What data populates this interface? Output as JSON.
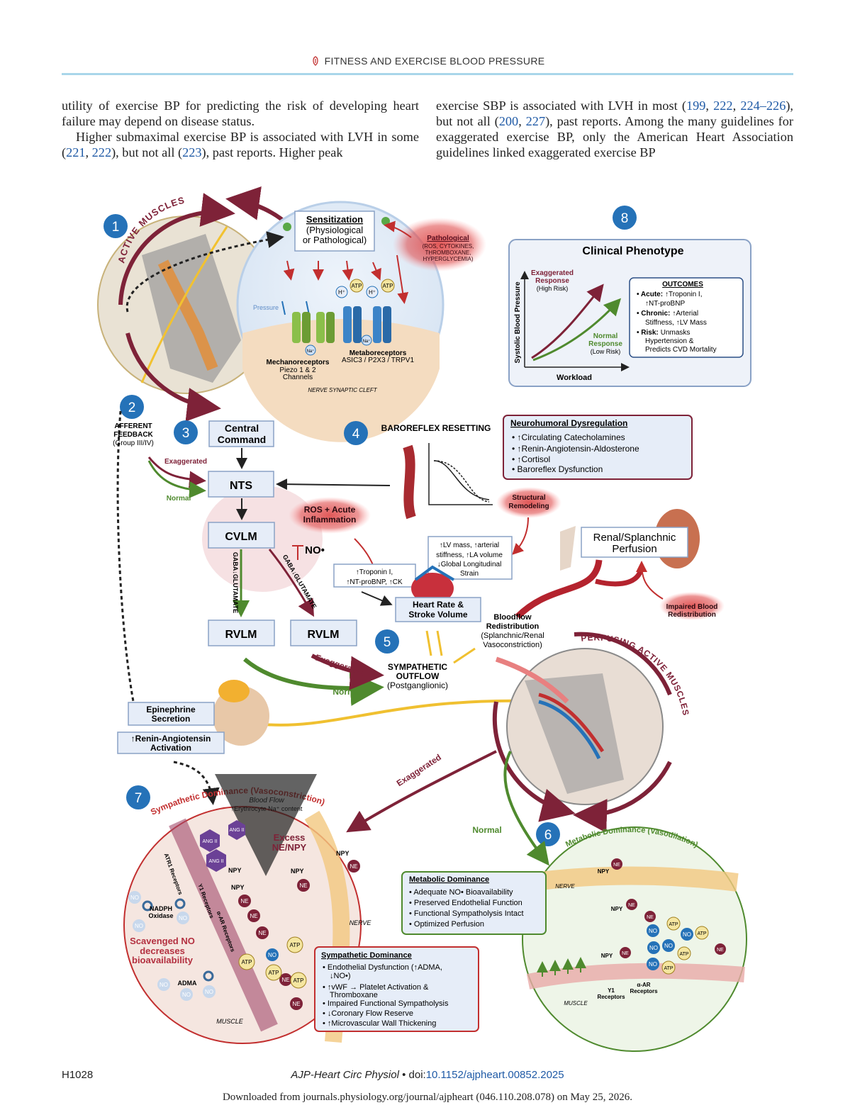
{
  "header": {
    "title": "FITNESS AND EXERCISE BLOOD PRESSURE"
  },
  "text": {
    "left_p1": "utility of exercise BP for predicting the risk of developing heart failure may depend on disease status.",
    "left_p2_a": "Higher submaximal exercise BP is associated with LVH in some (",
    "ref_221": "221",
    "ref_222": "222",
    "left_p2_b": "), but not all (",
    "ref_223": "223",
    "left_p2_c": "), past reports. Higher peak",
    "right_a": "exercise SBP is associated with LVH in most (",
    "ref_199": "199",
    "ref_222b": "222",
    "ref_224": "224–226",
    "right_b": "), but not all (",
    "ref_200": "200",
    "ref_227": "227",
    "right_c": "), past reports. Among the many guidelines for exaggerated exercise BP, only the American Heart Association guidelines linked exaggerated exercise BP"
  },
  "figure": {
    "badges": [
      "1",
      "2",
      "3",
      "4",
      "5",
      "6",
      "7",
      "8"
    ],
    "active_muscles": "ACTIVE MUSCLES",
    "perfusing_active_muscles": "PERFUSING ACTIVE MUSCLES",
    "sensitization_title": "Sensitization",
    "sensitization_sub1": "(Physiological",
    "sensitization_sub2": "or Pathological)",
    "pathological_title": "Pathological",
    "pathological_l1": "(ROS, CYTOKINES,",
    "pathological_l2": "THROMBOXANE,",
    "pathological_l3": "HYPERGLYCEMIA)",
    "pressure": "Pressure",
    "atp": "ATP",
    "h_plus": "H⁺",
    "na_plus": "Na⁺",
    "mechanoreceptors": "Mechanoreceptors",
    "mechano_sub1": "Piezo 1 & 2",
    "mechano_sub2": "Channels",
    "metaboreceptors": "Metaboreceptors",
    "metabo_sub": "ASIC3 / P2X3 / TRPV1",
    "nerve_cleft": "NERVE SYNAPTIC CLEFT",
    "clinical_title": "Clinical Phenotype",
    "exaggerated_response_l1": "Exaggerated",
    "exaggerated_response_l2": "Response",
    "high_risk": "(High Risk)",
    "normal_response_l1": "Normal",
    "normal_response_l2": "Response",
    "low_risk": "(Low Risk)",
    "y_axis": "Systolic Blood Pressure",
    "x_axis": "Workload",
    "outcomes_title": "OUTCOMES",
    "outcome_acute_k": "Acute:",
    "outcome_acute_v1": "↑Troponin I,",
    "outcome_acute_v2": "↑NT-proBNP",
    "outcome_chronic_k": "Chronic:",
    "outcome_chronic_v1": "↑Arterial",
    "outcome_chronic_v2": "Stiffness, ↑LV Mass",
    "outcome_risk_k": "Risk:",
    "outcome_risk_v1": "Unmasks",
    "outcome_risk_v2": "Hypertension &",
    "outcome_risk_v3": "Predicts CVD Mortality",
    "afferent_l1": "AFFERENT",
    "afferent_l2": "FEEDBACK",
    "afferent_l3": "(Group III/IV)",
    "central_l1": "Central",
    "central_l2": "Command",
    "baroreflex": "BAROREFLEX RESETTING",
    "neuro_title": "Neurohumoral Dysregulation",
    "neuro_items": [
      "↑Circulating Catecholamines",
      "↑Renin-Angiotensin-Aldosterone",
      "↑Cortisol",
      "Baroreflex Dysfunction"
    ],
    "exaggerated": "Exaggerated",
    "normal": "Normal",
    "nts": "NTS",
    "cvlm": "CVLM",
    "rvlm": "RVLM",
    "ros_l1": "ROS + Acute",
    "ros_l2": "Inflammation",
    "no_dot": "NO•",
    "gaba1": "GABA↓GLUTAMATE",
    "gaba2": "GABA↓GLUTAMATE",
    "structural_l1": "Structural",
    "structural_l2": "Remodeling",
    "renal_l1": "Renal/Splanchnic",
    "renal_l2": "Perfusion",
    "lv_l1": "↑LV mass, ↑arterial",
    "lv_l2": "stiffness, ↑LA volume",
    "lv_l3": "↓Global Longitudinal",
    "lv_l4": "Strain",
    "trop_l1": "↑Troponin I,",
    "trop_l2": "↑NT-proBNP, ↑CK",
    "hr_l1": "Heart Rate &",
    "hr_l2": "Stroke Volume",
    "bloodflow_l1": "Bloodflow",
    "bloodflow_l2": "Redistribution",
    "bloodflow_l3": "(Splanchnic/Renal",
    "bloodflow_l4": "Vasoconstriction)",
    "impaired_l1": "Impaired Blood",
    "impaired_l2": "Redistribution",
    "symp_l1": "SYMPATHETIC",
    "symp_l2": "OUTFLOW",
    "symp_l3": "(Postganglionic)",
    "epi_l1": "Epinephrine",
    "epi_l2": "Secretion",
    "renin_l1": "↑Renin-Angiotensin",
    "renin_l2": "Activation",
    "symp_dom_arc": "Sympathetic Dominance (Vasoconstriction)",
    "metab_dom_arc": "Metabolic Dominance (Vasodilation)",
    "blood_flow": "Blood Flow",
    "erythrocyte": "↑Erythrocyte Na⁺ content",
    "ang2": "ANG II",
    "excess_l1": "Excess",
    "excess_l2": "NE/NPY",
    "npy": "NPY",
    "ne": "NE",
    "no": "NO",
    "atr1": "ATR1 Receptors",
    "y1": "Y1 Receptors",
    "alpha_ar": "α-AR Receptors",
    "nadph_l1": "NADPH",
    "nadph_l2": "Oxidase",
    "scav_l1": "Scavenged NO",
    "scav_l2": "decreases",
    "scav_l3": "bioavailability",
    "adma": "ADMA",
    "muscle": "MUSCLE",
    "nerve": "NERVE",
    "symp_box_title": "Sympathetic Dominance",
    "symp_box_items": [
      "Endothelial Dysfunction (↑ADMA,",
      "↓NO•)",
      "↑vWF → Platelet Activation &",
      "Thromboxane",
      "Impaired Functional Sympatholysis",
      "↓Coronary Flow Reserve",
      "↑Microvascular Wall Thickening"
    ],
    "metab_box_title": "Metabolic Dominance",
    "metab_box_items": [
      "Adequate NO• Bioavailability",
      "Preserved Endothelial Function",
      "Functional Sympatholysis Intact",
      "Optimized Perfusion"
    ],
    "y1_short_l1": "Y1",
    "y1_short_l2": "Receptors",
    "alpha_short_l1": "α-AR",
    "alpha_short_l2": "Receptors"
  },
  "footer": {
    "page": "H1028",
    "journal": "AJP-Heart Circ Physiol",
    "sep": " • doi:",
    "doi": "10.1152/ajpheart.00852.2025",
    "download": "Downloaded from journals.physiology.org/journal/ajpheart (046.110.208.078) on May 25, 2026."
  },
  "colors": {
    "maroon": "#7e2238",
    "green": "#4f8a2e",
    "blue": "#2572b8",
    "red": "#c22f2f",
    "box_fill": "#e6edf8",
    "box_stroke": "#8aa2c6"
  }
}
